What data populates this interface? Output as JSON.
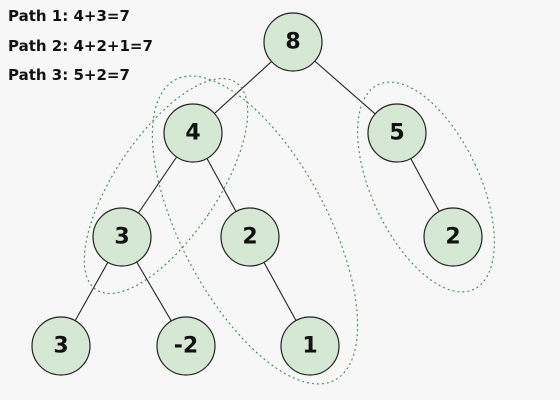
{
  "colors": {
    "background": "#f7f7f7",
    "node_fill": "#d5e8d4",
    "node_stroke": "#222222",
    "edge": "#222222",
    "highlight": "#3a8a4a",
    "text": "#111111"
  },
  "paths": [
    {
      "label": "Path 1: 4+3=7"
    },
    {
      "label": "Path 2: 4+2+1=7"
    },
    {
      "label": "Path 3: 5+2=7"
    }
  ],
  "nodes": [
    {
      "id": "root",
      "value": "8"
    },
    {
      "id": "l",
      "value": "4"
    },
    {
      "id": "r",
      "value": "5"
    },
    {
      "id": "ll",
      "value": "3"
    },
    {
      "id": "lr",
      "value": "2"
    },
    {
      "id": "rr",
      "value": "2"
    },
    {
      "id": "lll",
      "value": "3"
    },
    {
      "id": "llr",
      "value": "-2"
    },
    {
      "id": "lrr",
      "value": "1"
    }
  ],
  "edges": [
    [
      "root",
      "l"
    ],
    [
      "root",
      "r"
    ],
    [
      "l",
      "ll"
    ],
    [
      "l",
      "lr"
    ],
    [
      "r",
      "rr"
    ],
    [
      "ll",
      "lll"
    ],
    [
      "ll",
      "llr"
    ],
    [
      "lr",
      "lrr"
    ]
  ]
}
